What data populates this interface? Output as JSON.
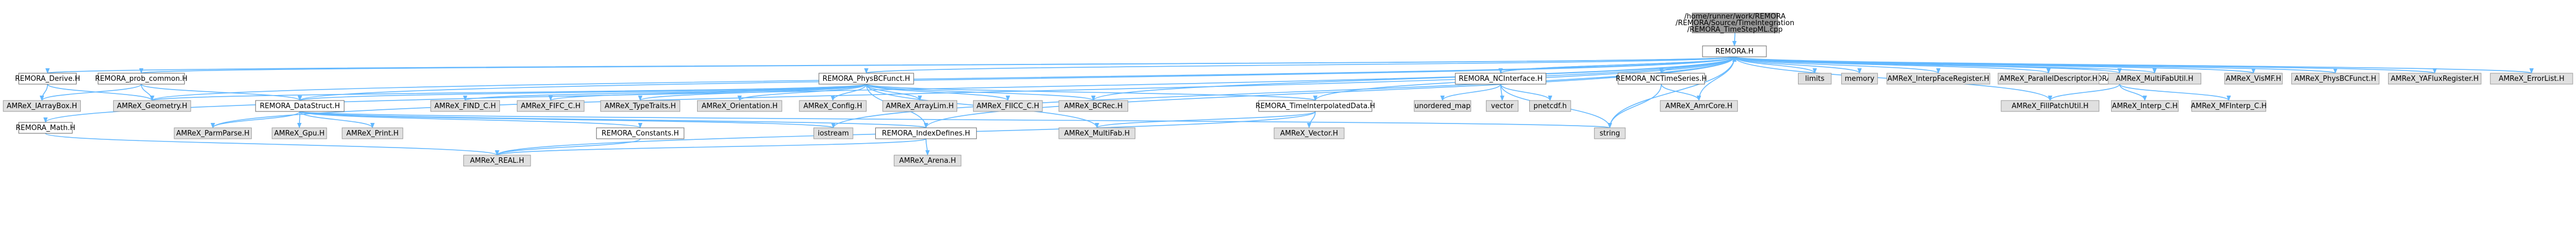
{
  "graph": {
    "colors": {
      "root_fill": "#999999",
      "root_stroke": "#666666",
      "doc_fill": "#ffffff",
      "doc_stroke": "#666666",
      "ext_fill": "#e0e0e0",
      "ext_stroke": "#999999",
      "edge": "#63b8ff"
    },
    "nodes": [
      {
        "id": "root",
        "kind": "root",
        "lines": [
          "/home/runner/work/REMORA",
          "/REMORA/Source/TimeIntegration",
          "/REMORA_TimeStepML.cpp"
        ]
      },
      {
        "id": "remora_h",
        "kind": "doc",
        "lines": [
          "REMORA.H"
        ]
      },
      {
        "id": "derive",
        "kind": "doc",
        "lines": [
          "REMORA_Derive.H"
        ]
      },
      {
        "id": "prob_common",
        "kind": "doc",
        "lines": [
          "REMORA_prob_common.H"
        ]
      },
      {
        "id": "physbcfunct",
        "kind": "doc",
        "lines": [
          "REMORA_PhysBCFunct.H"
        ]
      },
      {
        "id": "ncinterface",
        "kind": "doc",
        "lines": [
          "REMORA_NCInterface.H"
        ]
      },
      {
        "id": "nctimeseries",
        "kind": "doc",
        "lines": [
          "REMORA_NCTimeSeries.H"
        ]
      },
      {
        "id": "fillpatcher",
        "kind": "doc",
        "lines": [
          "REMORA_FillPatcher.H"
        ]
      },
      {
        "id": "datastruct",
        "kind": "doc",
        "lines": [
          "REMORA_DataStruct.H"
        ]
      },
      {
        "id": "timeinterp",
        "kind": "doc",
        "lines": [
          "REMORA_TimeInterpolatedData.H"
        ]
      },
      {
        "id": "math",
        "kind": "doc",
        "lines": [
          "REMORA_Math.H"
        ]
      },
      {
        "id": "constants",
        "kind": "doc",
        "lines": [
          "REMORA_Constants.H"
        ]
      },
      {
        "id": "indexdefines",
        "kind": "doc",
        "lines": [
          "REMORA_IndexDefines.H"
        ]
      },
      {
        "id": "limits",
        "kind": "ext",
        "lines": [
          "limits"
        ]
      },
      {
        "id": "memory",
        "kind": "ext",
        "lines": [
          "memory"
        ]
      },
      {
        "id": "interpfacereg",
        "kind": "ext",
        "lines": [
          "AMReX_InterpFaceRegister.H"
        ]
      },
      {
        "id": "paralleldesc",
        "kind": "ext",
        "lines": [
          "AMReX_ParallelDescriptor.H"
        ]
      },
      {
        "id": "multifabutil",
        "kind": "ext",
        "lines": [
          "AMReX_MultiFabUtil.H"
        ]
      },
      {
        "id": "fillpatchutil",
        "kind": "ext",
        "lines": [
          "AMReX_FillPatchUtil.H"
        ]
      },
      {
        "id": "vismf",
        "kind": "ext",
        "lines": [
          "AMReX_VisMF.H"
        ]
      },
      {
        "id": "amrex_physbc",
        "kind": "ext",
        "lines": [
          "AMReX_PhysBCFunct.H"
        ]
      },
      {
        "id": "yafluxreg",
        "kind": "ext",
        "lines": [
          "AMReX_YAFluxRegister.H"
        ]
      },
      {
        "id": "errorlist",
        "kind": "ext",
        "lines": [
          "AMReX_ErrorList.H"
        ]
      },
      {
        "id": "iarraybox",
        "kind": "ext",
        "lines": [
          "AMReX_IArrayBox.H"
        ]
      },
      {
        "id": "geometry",
        "kind": "ext",
        "lines": [
          "AMReX_Geometry.H"
        ]
      },
      {
        "id": "find_c",
        "kind": "ext",
        "lines": [
          "AMReX_FIND_C.H"
        ]
      },
      {
        "id": "fifc_c",
        "kind": "ext",
        "lines": [
          "AMReX_FIFC_C.H"
        ]
      },
      {
        "id": "typetraits",
        "kind": "ext",
        "lines": [
          "AMReX_TypeTraits.H"
        ]
      },
      {
        "id": "orientation",
        "kind": "ext",
        "lines": [
          "AMReX_Orientation.H"
        ]
      },
      {
        "id": "config",
        "kind": "ext",
        "lines": [
          "AMReX_Config.H"
        ]
      },
      {
        "id": "arraylim",
        "kind": "ext",
        "lines": [
          "AMReX_ArrayLim.H"
        ]
      },
      {
        "id": "fiicc_c",
        "kind": "ext",
        "lines": [
          "AMReX_FIICC_C.H"
        ]
      },
      {
        "id": "bcrec",
        "kind": "ext",
        "lines": [
          "AMReX_BCRec.H"
        ]
      },
      {
        "id": "unordered_map",
        "kind": "ext",
        "lines": [
          "unordered_map"
        ]
      },
      {
        "id": "vector",
        "kind": "ext",
        "lines": [
          "vector"
        ]
      },
      {
        "id": "pnetcdf",
        "kind": "ext",
        "lines": [
          "pnetcdf.h"
        ]
      },
      {
        "id": "amrcore",
        "kind": "ext",
        "lines": [
          "AMReX_AmrCore.H"
        ]
      },
      {
        "id": "interp_c",
        "kind": "ext",
        "lines": [
          "AMReX_Interp_C.H"
        ]
      },
      {
        "id": "mfinterp_c",
        "kind": "ext",
        "lines": [
          "AMReX_MFInterp_C.H"
        ]
      },
      {
        "id": "parmparse",
        "kind": "ext",
        "lines": [
          "AMReX_ParmParse.H"
        ]
      },
      {
        "id": "gpu",
        "kind": "ext",
        "lines": [
          "AMReX_Gpu.H"
        ]
      },
      {
        "id": "print",
        "kind": "ext",
        "lines": [
          "AMReX_Print.H"
        ]
      },
      {
        "id": "iostream",
        "kind": "ext",
        "lines": [
          "iostream"
        ]
      },
      {
        "id": "multifab",
        "kind": "ext",
        "lines": [
          "AMReX_MultiFab.H"
        ]
      },
      {
        "id": "vector_h",
        "kind": "ext",
        "lines": [
          "AMReX_Vector.H"
        ]
      },
      {
        "id": "string",
        "kind": "ext",
        "lines": [
          "string"
        ]
      },
      {
        "id": "real",
        "kind": "ext",
        "lines": [
          "AMReX_REAL.H"
        ]
      },
      {
        "id": "arena",
        "kind": "ext",
        "lines": [
          "AMReX_Arena.H"
        ]
      }
    ],
    "edges": [
      [
        "root",
        "remora_h"
      ],
      [
        "remora_h",
        "derive"
      ],
      [
        "remora_h",
        "prob_common"
      ],
      [
        "remora_h",
        "physbcfunct"
      ],
      [
        "remora_h",
        "ncinterface"
      ],
      [
        "remora_h",
        "nctimeseries"
      ],
      [
        "remora_h",
        "fillpatcher"
      ],
      [
        "remora_h",
        "datastruct"
      ],
      [
        "remora_h",
        "timeinterp"
      ],
      [
        "remora_h",
        "math"
      ],
      [
        "remora_h",
        "limits"
      ],
      [
        "remora_h",
        "memory"
      ],
      [
        "remora_h",
        "interpfacereg"
      ],
      [
        "remora_h",
        "paralleldesc"
      ],
      [
        "remora_h",
        "multifabutil"
      ],
      [
        "remora_h",
        "fillpatchutil"
      ],
      [
        "remora_h",
        "vismf"
      ],
      [
        "remora_h",
        "amrex_physbc"
      ],
      [
        "remora_h",
        "yafluxreg"
      ],
      [
        "remora_h",
        "errorlist"
      ],
      [
        "remora_h",
        "geometry"
      ],
      [
        "remora_h",
        "parmparse"
      ],
      [
        "remora_h",
        "bcrec"
      ],
      [
        "remora_h",
        "amrcore"
      ],
      [
        "remora_h",
        "iostream"
      ],
      [
        "remora_h",
        "indexdefines"
      ],
      [
        "remora_h",
        "string"
      ],
      [
        "derive",
        "iarraybox"
      ],
      [
        "derive",
        "geometry"
      ],
      [
        "prob_common",
        "iarraybox"
      ],
      [
        "prob_common",
        "geometry"
      ],
      [
        "prob_common",
        "datastruct"
      ],
      [
        "physbcfunct",
        "datastruct"
      ],
      [
        "physbcfunct",
        "find_c"
      ],
      [
        "physbcfunct",
        "fifc_c"
      ],
      [
        "physbcfunct",
        "typetraits"
      ],
      [
        "physbcfunct",
        "orientation"
      ],
      [
        "physbcfunct",
        "config"
      ],
      [
        "physbcfunct",
        "arraylim"
      ],
      [
        "physbcfunct",
        "fiicc_c"
      ],
      [
        "physbcfunct",
        "bcrec"
      ],
      [
        "physbcfunct",
        "timeinterp"
      ],
      [
        "physbcfunct",
        "multifab"
      ],
      [
        "physbcfunct",
        "indexdefines"
      ],
      [
        "physbcfunct",
        "geometry"
      ],
      [
        "ncinterface",
        "unordered_map"
      ],
      [
        "ncinterface",
        "vector"
      ],
      [
        "ncinterface",
        "pnetcdf"
      ],
      [
        "ncinterface",
        "string"
      ],
      [
        "ncinterface",
        "remora_h"
      ],
      [
        "nctimeseries",
        "amrcore"
      ],
      [
        "nctimeseries",
        "string"
      ],
      [
        "fillpatcher",
        "fillpatchutil"
      ],
      [
        "fillpatcher",
        "interp_c"
      ],
      [
        "fillpatcher",
        "mfinterp_c"
      ],
      [
        "datastruct",
        "parmparse"
      ],
      [
        "datastruct",
        "gpu"
      ],
      [
        "datastruct",
        "print"
      ],
      [
        "datastruct",
        "constants"
      ],
      [
        "datastruct",
        "indexdefines"
      ],
      [
        "datastruct",
        "iostream"
      ],
      [
        "datastruct",
        "string"
      ],
      [
        "timeinterp",
        "multifab"
      ],
      [
        "timeinterp",
        "vector_h"
      ],
      [
        "timeinterp",
        "real"
      ],
      [
        "math",
        "real"
      ],
      [
        "constants",
        "real"
      ],
      [
        "indexdefines",
        "real"
      ],
      [
        "indexdefines",
        "arena"
      ]
    ]
  }
}
